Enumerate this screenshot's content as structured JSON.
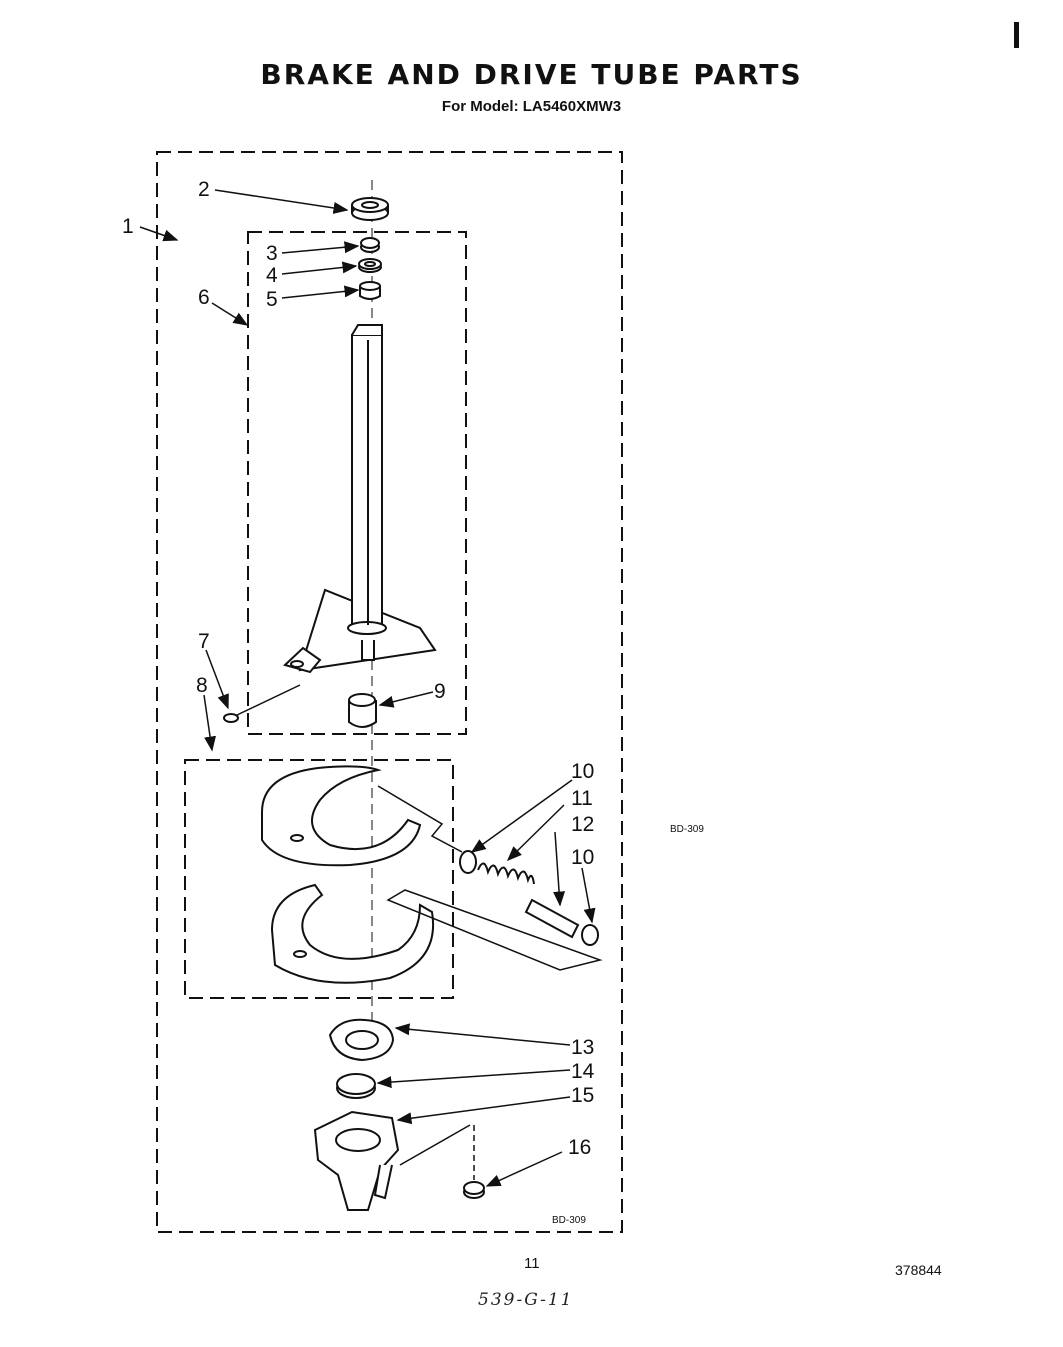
{
  "title": "BRAKE AND DRIVE TUBE PARTS",
  "subtitle": "For Model: LA5460XMW3",
  "ref_code_right": "BD-309",
  "ref_code_bottom": "BD-309",
  "page_number": "11",
  "document_number": "378844",
  "handwritten_note": "539-G-11",
  "callouts": [
    "1",
    "2",
    "3",
    "4",
    "5",
    "6",
    "7",
    "8",
    "9",
    "10",
    "11",
    "12",
    "10",
    "13",
    "14",
    "15",
    "16"
  ]
}
